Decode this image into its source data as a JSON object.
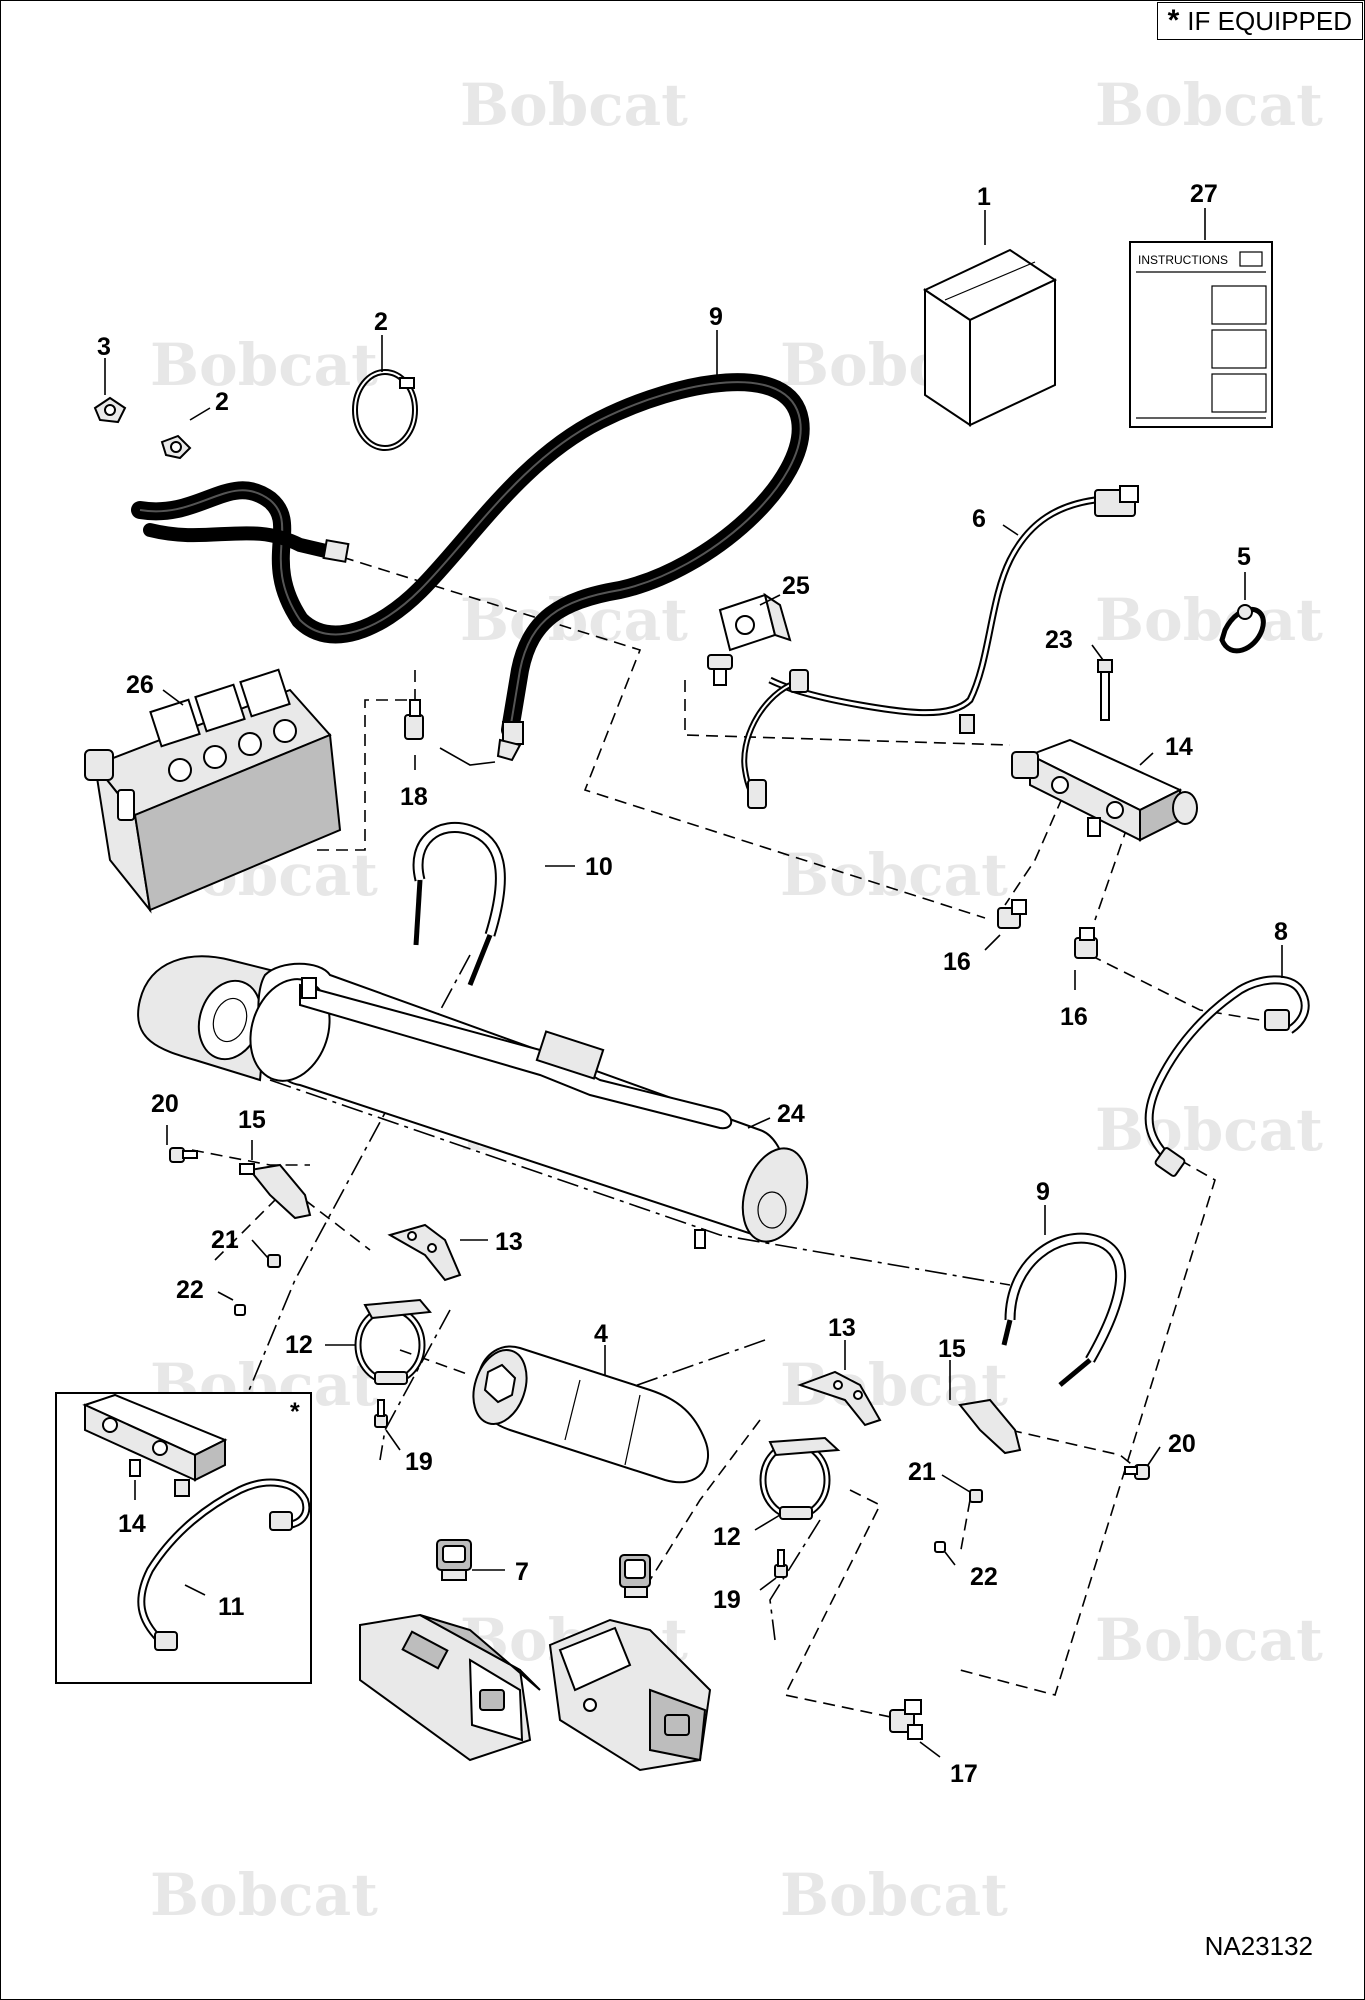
{
  "legend": {
    "symbol": "*",
    "text": "IF EQUIPPED"
  },
  "drawing_number": "NA23132",
  "watermark": "Bobcat",
  "instructions_label": "INSTRUCTIONS",
  "inset_marker": "*",
  "callouts": {
    "c1": "1",
    "c27": "27",
    "c2a": "2",
    "c2b": "2",
    "c3": "3",
    "c9a": "9",
    "c25": "25",
    "c6": "6",
    "c5": "5",
    "c23": "23",
    "c26": "26",
    "c14a": "14",
    "c18": "18",
    "c10": "10",
    "c16a": "16",
    "c16b": "16",
    "c8": "8",
    "c20a": "20",
    "c15a": "15",
    "c24": "24",
    "c9b": "9",
    "c21a": "21",
    "c13a": "13",
    "c22a": "22",
    "c12a": "12",
    "c4": "4",
    "c13b": "13",
    "c15b": "15",
    "c20b": "20",
    "c19a": "19",
    "c14b": "14",
    "c11": "11",
    "c21b": "21",
    "c12b": "12",
    "c7": "7",
    "c22b": "22",
    "c19b": "19",
    "c17": "17"
  }
}
